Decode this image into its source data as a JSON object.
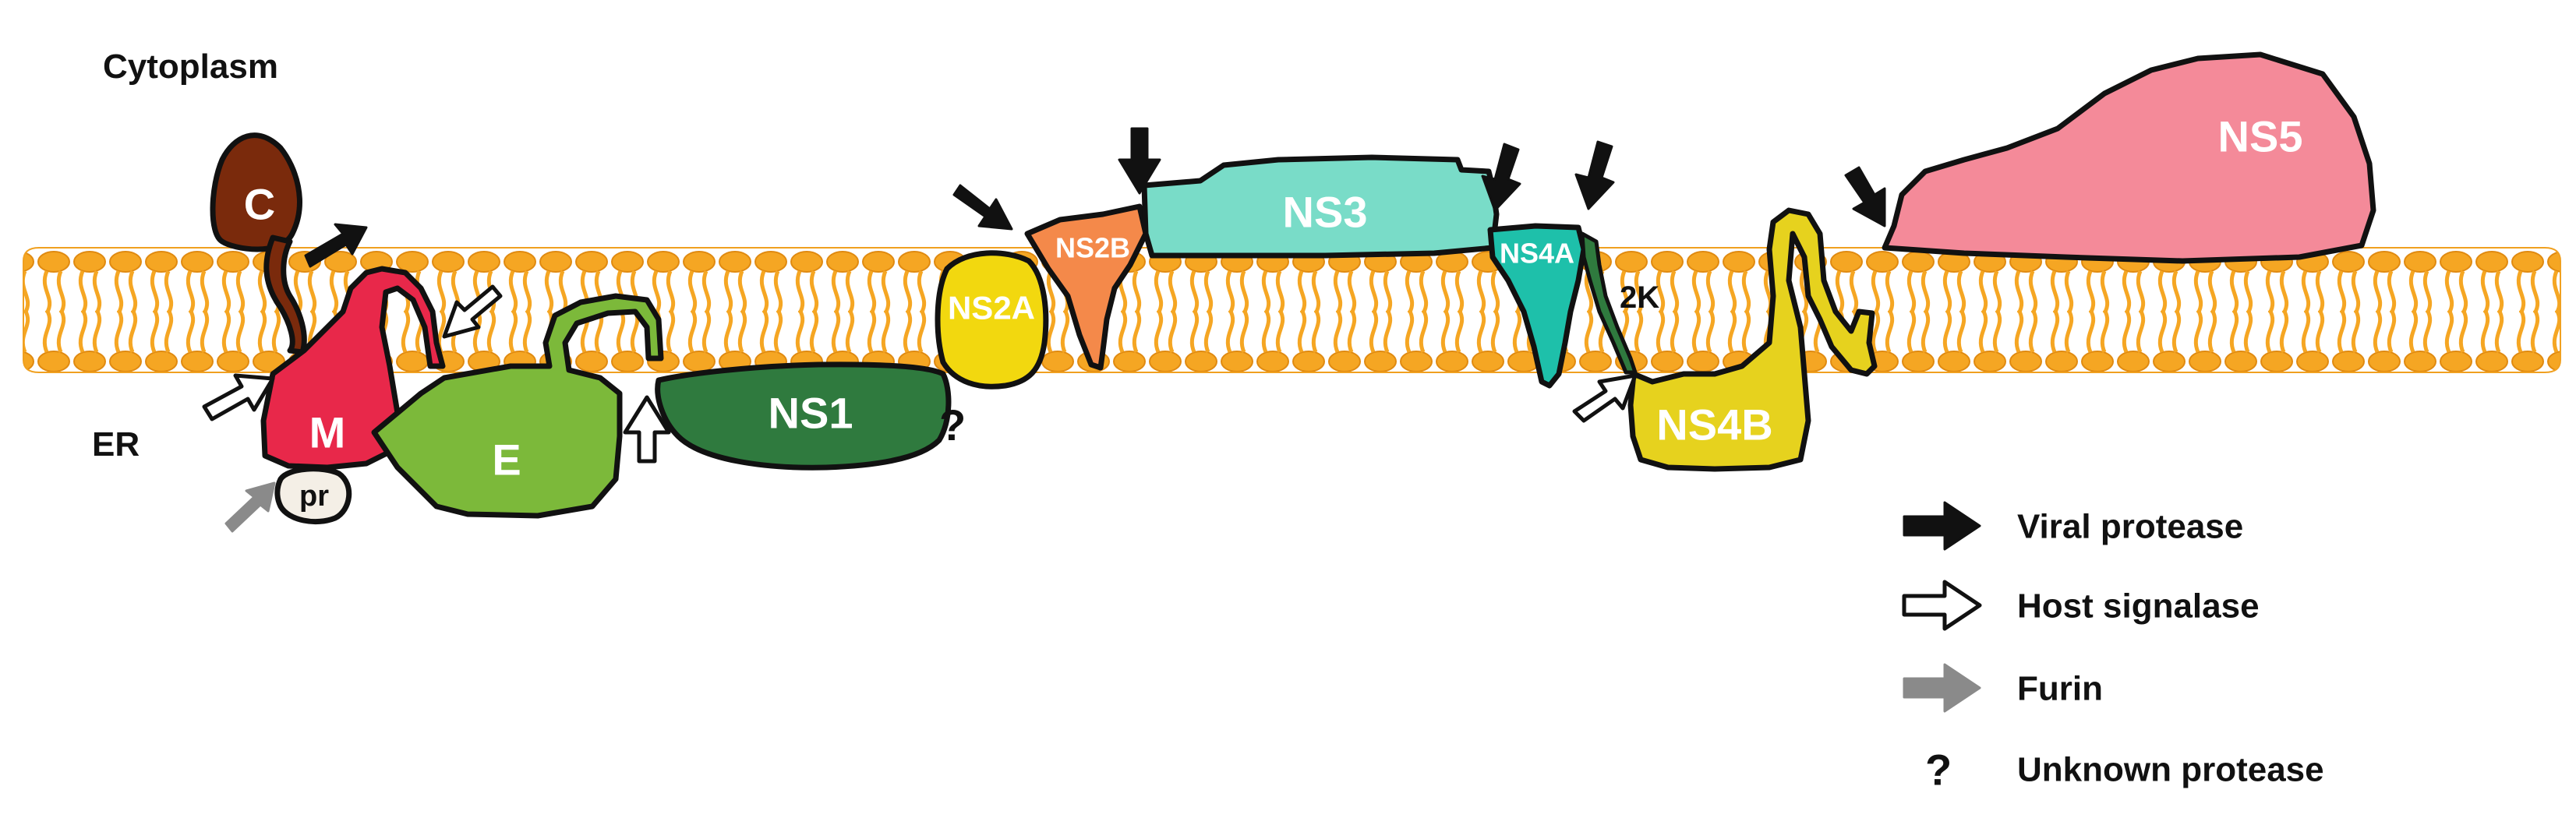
{
  "regions": {
    "cytoplasm": "Cytoplasm",
    "er": "ER"
  },
  "proteins": {
    "C": "C",
    "M": "M",
    "pr": "pr",
    "E": "E",
    "NS1": "NS1",
    "NS2A": "NS2A",
    "NS2B": "NS2B",
    "NS3": "NS3",
    "NS4A": "NS4A",
    "2K": "2K",
    "NS4B": "NS4B",
    "NS5": "NS5"
  },
  "colors": {
    "membrane": "#f5a623",
    "C": "#7a2a0c",
    "M": "#e8284a",
    "pr": "#f4efe6",
    "E": "#7cb93a",
    "NS1": "#2f7a3e",
    "NS2A": "#f2d80f",
    "NS2B": "#f4894a",
    "NS3": "#79dcc8",
    "NS4A": "#1ec0aa",
    "2K": "#2f7a3e",
    "NS4B": "#e6d21e",
    "NS5": "#f48a99",
    "viral_protease": "#111111",
    "host_signalase": "#ffffff",
    "furin": "#8a8a8a"
  },
  "unknown_marker": "?",
  "legend": [
    {
      "icon": "black-arrow-icon",
      "label": "Viral protease"
    },
    {
      "icon": "white-arrow-icon",
      "label": "Host signalase"
    },
    {
      "icon": "gray-arrow-icon",
      "label": "Furin"
    },
    {
      "icon": "question-mark-icon",
      "symbol": "?",
      "label": "Unknown protease"
    }
  ]
}
